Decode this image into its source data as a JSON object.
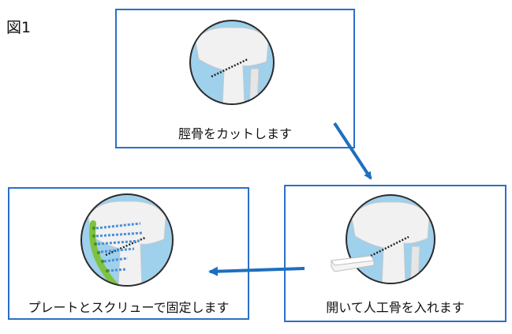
{
  "figure_label": "図1",
  "steps": [
    {
      "caption": "脛骨をカットします"
    },
    {
      "caption": "開いて人工骨を入れます"
    },
    {
      "caption": "プレートとスクリューで固定します"
    }
  ],
  "colors": {
    "frame": "#2a70c8",
    "arrow": "#1e6fbf",
    "circle": "#9fd0ec",
    "bone": "#f1f1f1",
    "plate": "#7fc241",
    "screw": "#4a8fd8"
  }
}
